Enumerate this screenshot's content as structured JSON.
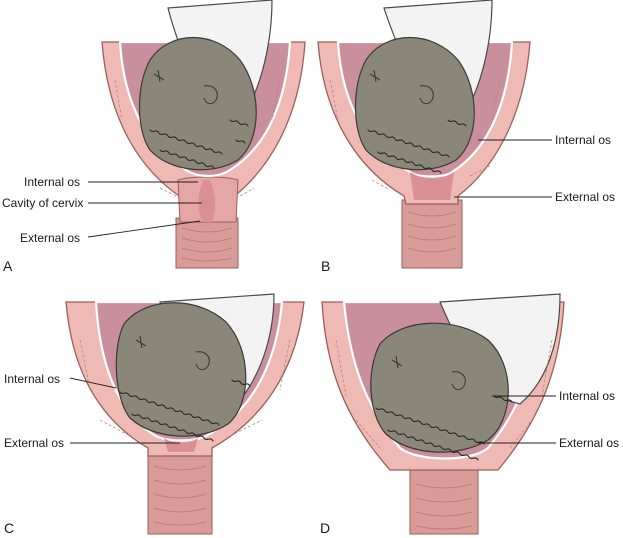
{
  "panels": [
    {
      "id": "A",
      "letter": "A",
      "labels": [
        "Internal os",
        "Cavity of cervix",
        "External os"
      ]
    },
    {
      "id": "B",
      "letter": "B",
      "labels": [
        "Internal os",
        "External os"
      ]
    },
    {
      "id": "C",
      "letter": "C",
      "labels": [
        "Internal os",
        "External os"
      ]
    },
    {
      "id": "D",
      "letter": "D",
      "labels": [
        "Internal os",
        "External os"
      ]
    }
  ],
  "colors": {
    "uterine_wall": "#efb9b4",
    "cavity": "#c98f9d",
    "fetal_head": "#8b8778",
    "hair": "#2b2a26",
    "label_text": "#1a1a1a"
  }
}
